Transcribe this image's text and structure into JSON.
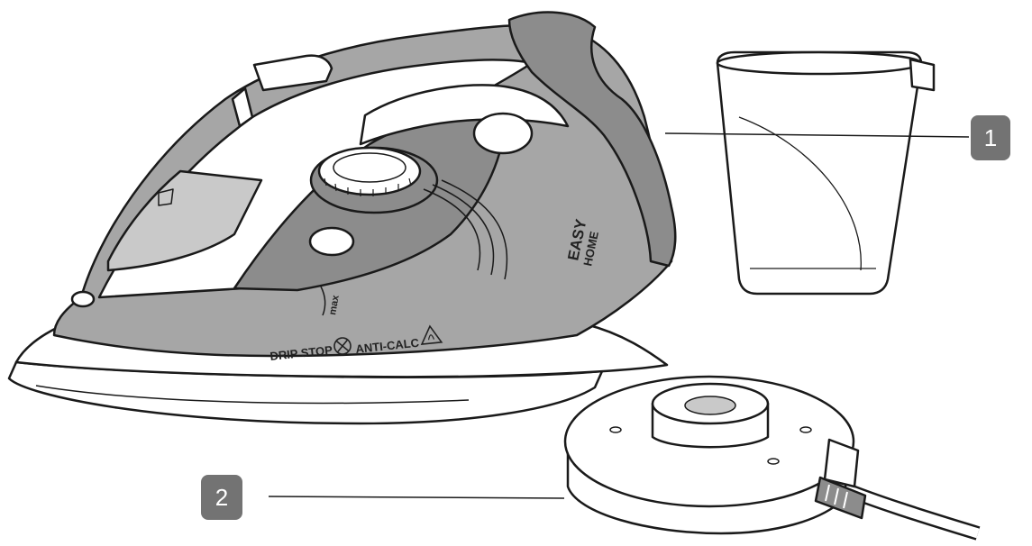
{
  "callouts": [
    {
      "number": "1"
    },
    {
      "number": "2"
    }
  ],
  "iron": {
    "brand_line1": "EASY",
    "brand_line2": "HOME",
    "drip_stop": "DRIP STOP",
    "anti_calc": "ANTI-CALC",
    "max_mark": "max"
  },
  "colors": {
    "body_dark": "#8c8c8c",
    "body_mid": "#a6a6a6",
    "body_light": "#c9c9c9",
    "outline": "#1a1a1a",
    "badge": "#737373"
  }
}
